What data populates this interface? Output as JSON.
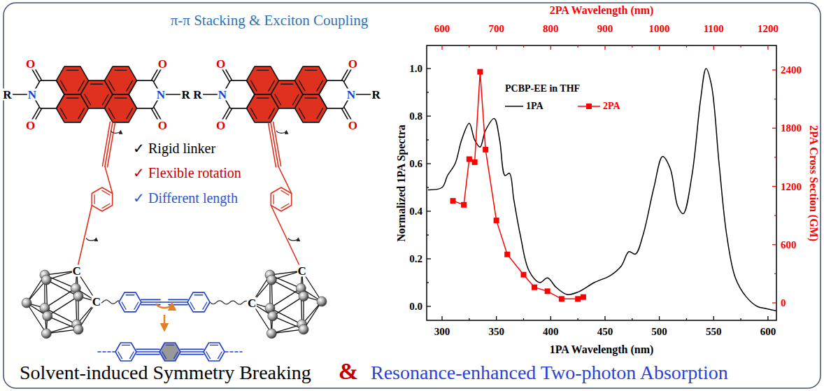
{
  "diagram": {
    "title": "π-π Stacking & Exciton Coupling",
    "labels": [
      "R",
      "N",
      "N",
      "R",
      "R",
      "N",
      "N",
      "R",
      "O",
      "O",
      "O",
      "O",
      "O",
      "O",
      "O",
      "O",
      "C",
      "C",
      "C",
      "C",
      "✓ Rigid linker",
      "✓ Flexible rotation",
      "✓ Different length",
      "Solvent-induced Symmetry Breaking",
      "&",
      "Resonance-enhanced Two-photon Absorption",
      "2PA Wavelength (nm)",
      "600",
      "700",
      "800",
      "900",
      "1000",
      "1100",
      "1200",
      "Normalized 1PA Spectra",
      "0.0",
      "0.2",
      "0.4",
      "0.6",
      "0.8",
      "1.0",
      "2PA Cross Section (GM)",
      "0",
      "600",
      "1200",
      "1800",
      "2400",
      "1PA Wavelength (nm)",
      "300",
      "350",
      "400",
      "450",
      "500",
      "550",
      "600",
      "PCBP-EE in THF"
    ],
    "legend": [
      {
        "text": "1PA"
      },
      {
        "text": "2PA"
      }
    ]
  }
}
